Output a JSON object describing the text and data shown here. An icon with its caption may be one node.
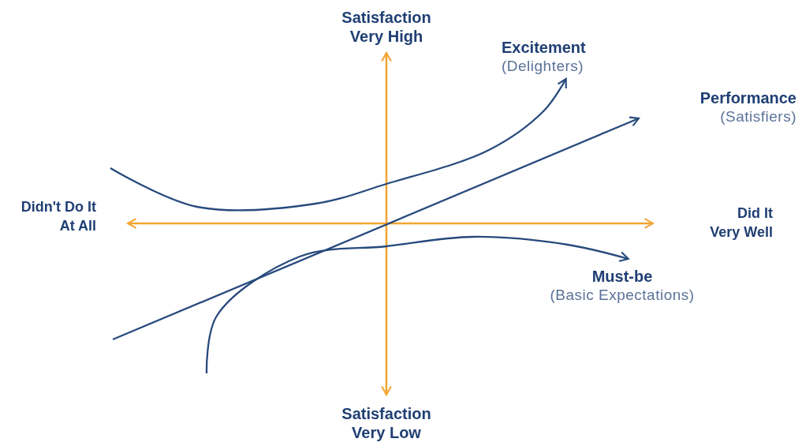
{
  "diagram": {
    "nodes": [
      {
        "text": [
          "Excitement",
          "(Delighters)"
        ]
      },
      {
        "text": [
          "Performance",
          "(Satisfiers)"
        ]
      },
      {
        "text": [
          "Must-be",
          "(Basic Expectations)"
        ]
      }
    ],
    "edges": [
      {
        "from": null,
        "to": 0,
        "arrow": "to"
      },
      {
        "from": null,
        "to": 1,
        "arrow": "to"
      },
      {
        "from": null,
        "to": 2,
        "arrow": "to"
      }
    ],
    "labels": [
      "Satisfaction Very High",
      "Didn't Do It At All",
      "Did It Very Well",
      "Satisfaction Very Low"
    ]
  }
}
